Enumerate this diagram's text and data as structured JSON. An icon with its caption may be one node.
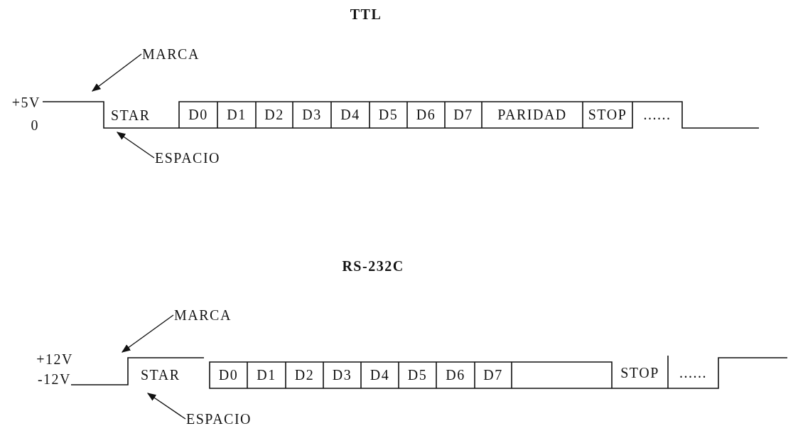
{
  "diagram": {
    "nodes": [
      {
        "text": [
          "MARCA"
        ]
      },
      {
        "text": [],
        "shape": "line"
      },
      {
        "text": [
          "ESPACIO"
        ]
      },
      {
        "text": [
          "MARCA"
        ]
      },
      {
        "text": [],
        "shape": "line"
      },
      {
        "text": [
          "ESPACIO"
        ]
      }
    ],
    "edges": [
      {
        "from": 0,
        "to": 1,
        "arrow": "to"
      },
      {
        "from": 2,
        "to": 1,
        "arrow": "to"
      },
      {
        "from": 3,
        "to": 4,
        "arrow": "to"
      },
      {
        "from": 5,
        "to": 4,
        "arrow": "to"
      }
    ],
    "labels": [
      "TTL",
      "+5V",
      "0",
      "STAR",
      "D0",
      "D1",
      "D2",
      "D3",
      "D4",
      "D5",
      "D6",
      "D7",
      "PARIDAD",
      "STOP",
      "......",
      "RS-232C",
      "+12V",
      "-12V",
      "STAR",
      "D0",
      "D1",
      "D2",
      "D3",
      "D4",
      "D5",
      "D6",
      "D7",
      "STOP",
      "......"
    ]
  }
}
